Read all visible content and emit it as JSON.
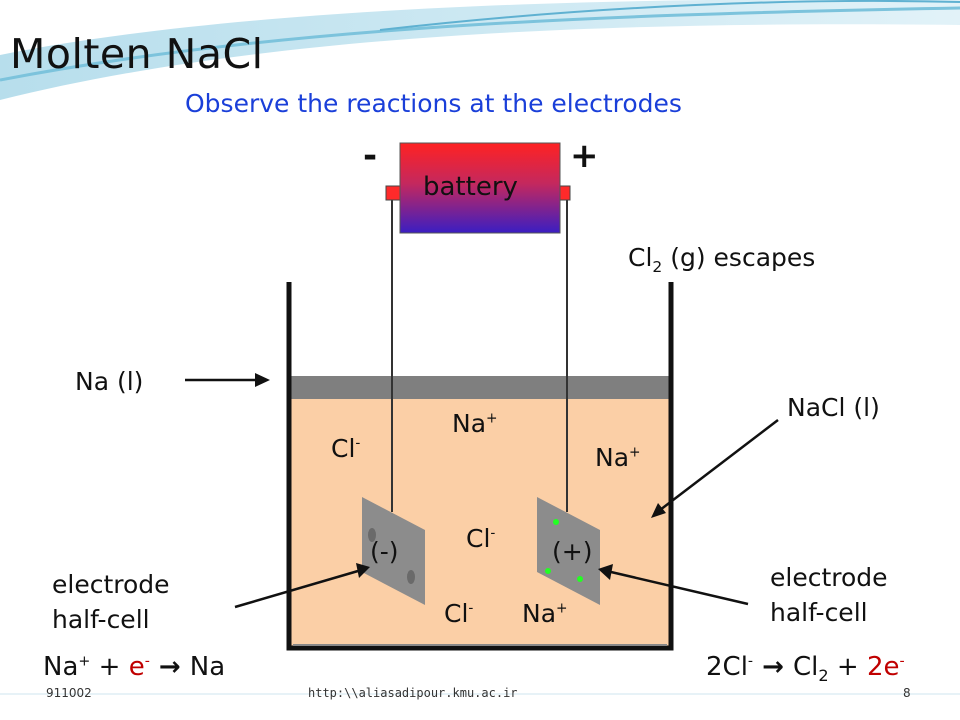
{
  "slide": {
    "title": "Molten NaCl",
    "subtitle": "Observe the reactions at the electrodes",
    "footer_left": "911002",
    "footer_center": "http:\\\\aliasadipour.kmu.ac.ir",
    "footer_right": "8"
  },
  "battery": {
    "label": "battery",
    "minus": "-",
    "plus": "+"
  },
  "labels": {
    "cl2_escapes": {
      "main": "Cl",
      "sub": "2",
      "rest": " (g) escapes"
    },
    "na_liquid": "Na (l)",
    "nacl_liquid": "NaCl (l)",
    "electrode_left": [
      "electrode",
      "half-cell"
    ],
    "electrode_right": [
      "electrode",
      "half-cell"
    ],
    "cathode_sign": "(-)",
    "anode_sign": "(+)"
  },
  "ions": {
    "na": {
      "symbol": "Na",
      "charge": "+"
    },
    "cl": {
      "symbol": "Cl",
      "charge": "-"
    }
  },
  "equations": {
    "cathode": {
      "ion": "Na",
      "charge": "+",
      "plus": " + ",
      "electron": "e",
      "echarge": "-",
      "arrow": " → ",
      "product": "Na"
    },
    "anode": {
      "reactant": "2Cl",
      "charge": "-",
      "arrow": " → ",
      "product": "Cl",
      "sub": "2",
      "plus": " + ",
      "electron": "2e",
      "echarge": "-"
    }
  },
  "colors": {
    "title_accent": "#1f7fa8",
    "subtitle": "#1a3fd9",
    "electron_red": "#c00000",
    "melt": "#fbcfa6",
    "sodium_layer": "#7f7f7f",
    "electrode": "#8c8c8c",
    "bubble": "#22ff22",
    "battery_top": "#ff2a2a",
    "battery_bottom": "#3a1ec2"
  }
}
